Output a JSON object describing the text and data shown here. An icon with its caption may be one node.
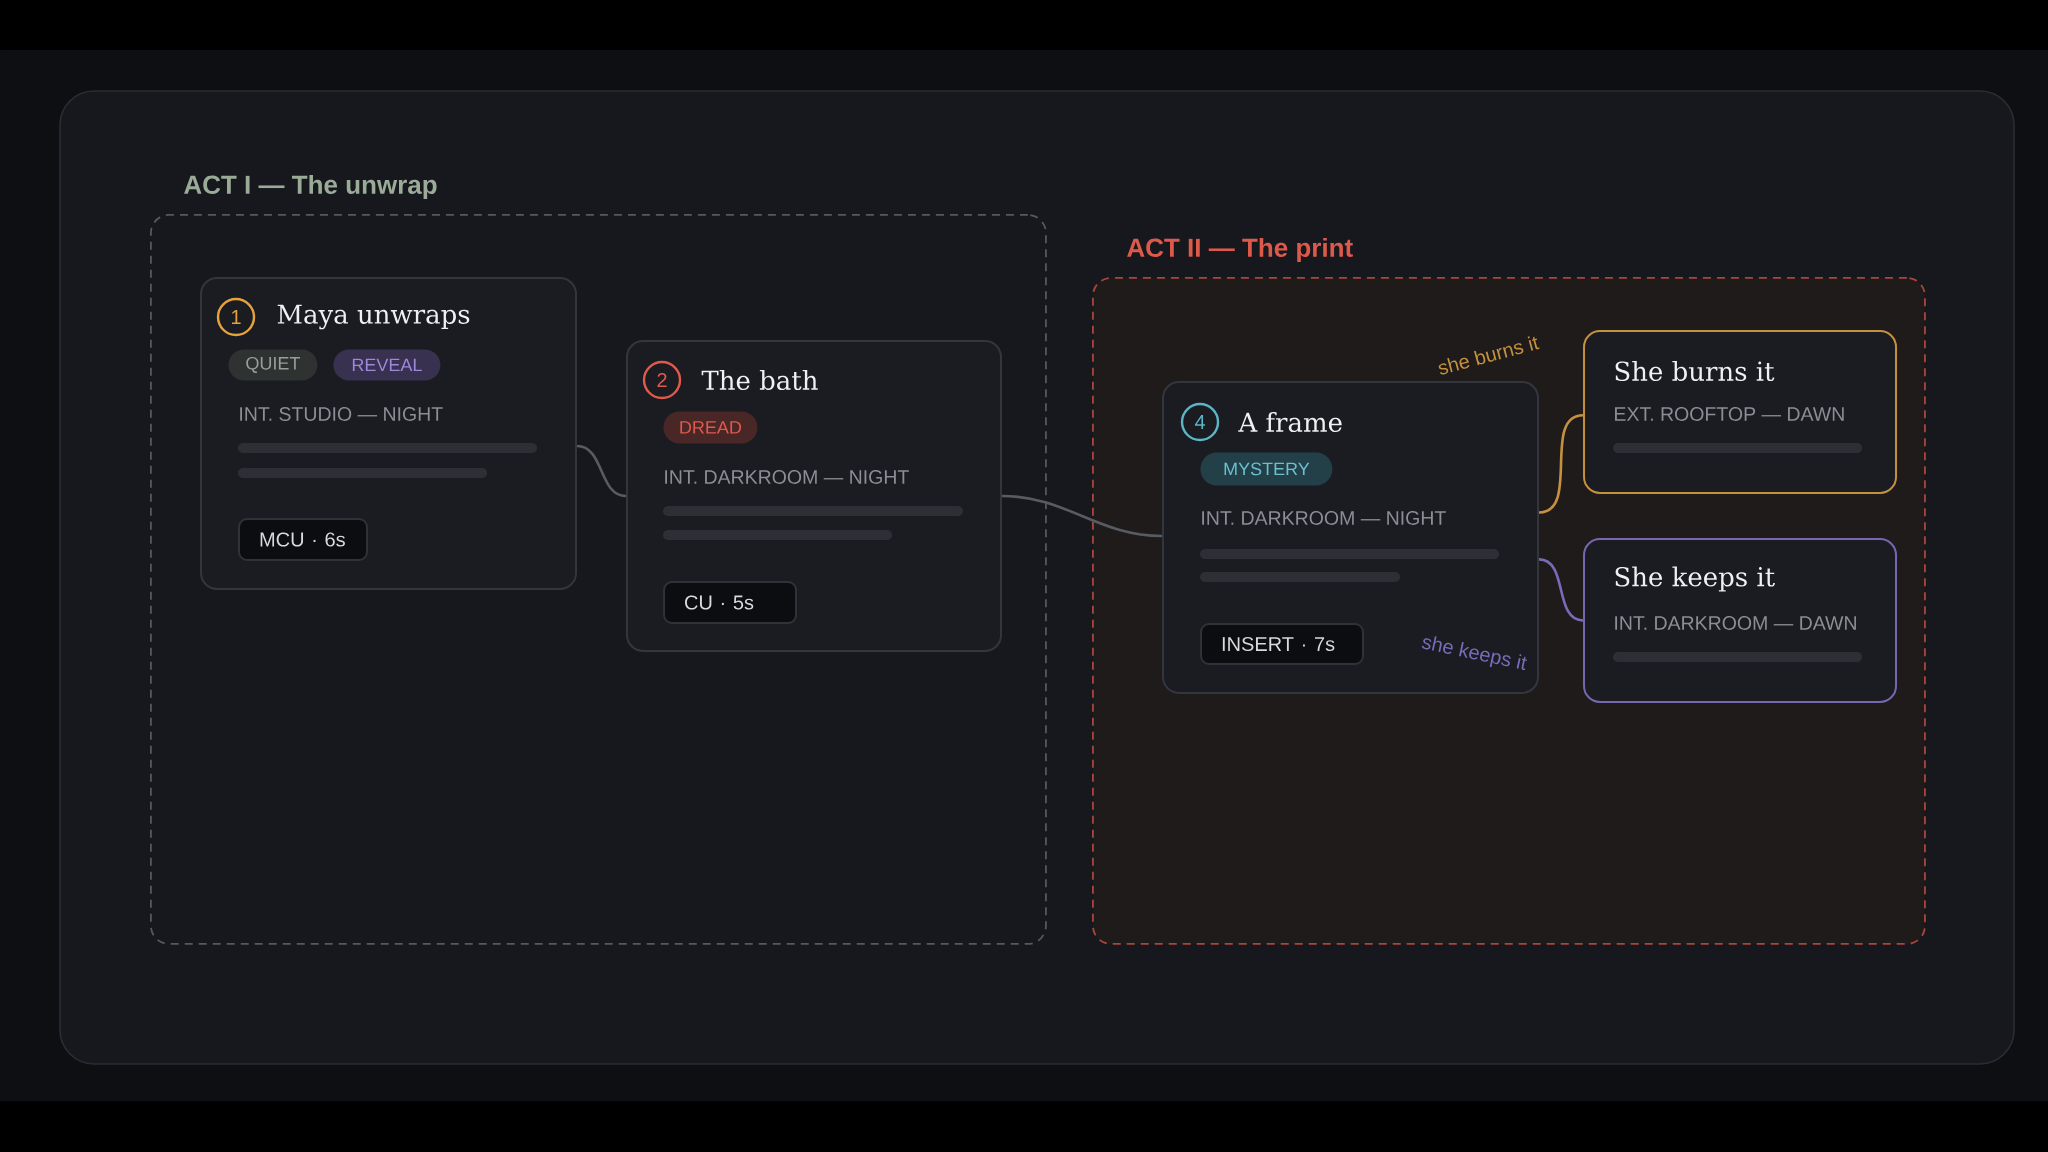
{
  "diagram": {
    "nodes": [
      {
        "text": [
          "ACT I — The unwrap"
        ]
      },
      {
        "text": [
          "Maya unwraps",
          "INT. STUDIO — NIGHT"
        ],
        "in": 0
      },
      {
        "text": [
          "1"
        ],
        "in": 1
      },
      {
        "text": [
          "QUIET"
        ],
        "in": 1
      },
      {
        "text": [
          "REVEAL"
        ],
        "in": 1
      },
      {
        "text": [
          "MCU · 6s"
        ],
        "in": 1
      },
      {
        "text": [
          "The bath",
          "INT. DARKROOM — NIGHT"
        ],
        "in": 0
      },
      {
        "text": [
          "2"
        ],
        "in": 6
      },
      {
        "text": [
          "DREAD"
        ],
        "in": 6
      },
      {
        "text": [
          "CU · 5s"
        ],
        "in": 6
      },
      {
        "text": [
          "ACT II — The print"
        ]
      },
      {
        "text": [
          "A frame",
          "INT. DARKROOM — NIGHT"
        ],
        "in": 10
      },
      {
        "text": [
          "4"
        ],
        "in": 11
      },
      {
        "text": [
          "MYSTERY"
        ],
        "in": 11
      },
      {
        "text": [
          "INSERT · 7s"
        ],
        "in": 11
      },
      {
        "text": [
          "She burns it",
          "EXT. ROOFTOP — DAWN"
        ],
        "in": 10
      },
      {
        "text": [
          "She keeps it",
          "INT. DARKROOM — DAWN"
        ],
        "in": 10
      }
    ],
    "edges": [
      {
        "from": 1,
        "to": 6,
        "arrow": "none"
      },
      {
        "from": 6,
        "to": 11,
        "arrow": "none"
      },
      {
        "from": 11,
        "to": 15,
        "arrow": "none",
        "label": "she burns it",
        "color": "#c4913f"
      },
      {
        "from": 11,
        "to": 16,
        "arrow": "none",
        "label": "she keeps it",
        "color": "#7a6bb8"
      }
    ]
  }
}
